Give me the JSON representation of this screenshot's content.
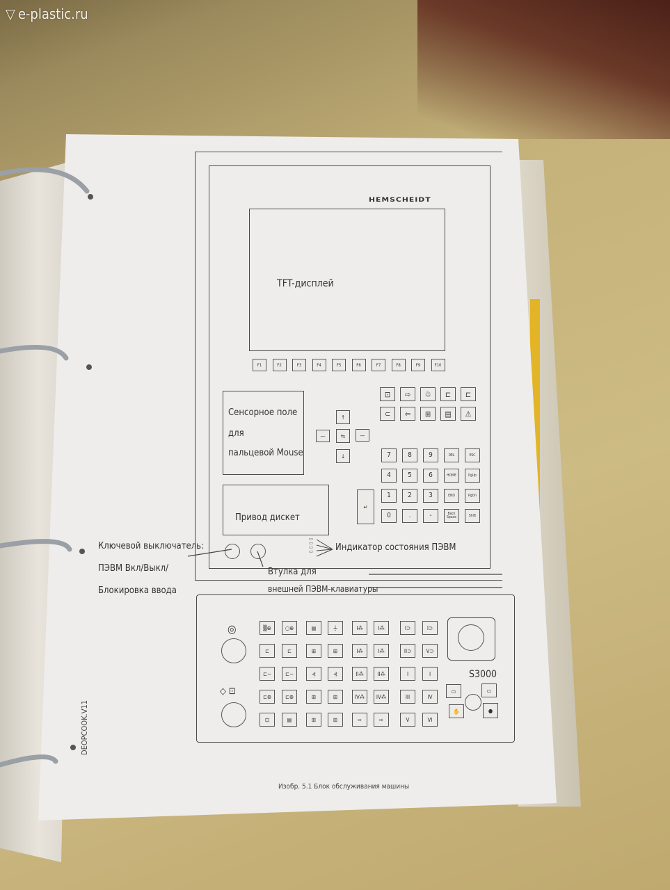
{
  "watermark": {
    "text": "e-plastic.ru",
    "icon": "triangle-logo-icon"
  },
  "diagram": {
    "brand": "HEMSCHEIDT",
    "display_label": "TFT-дисплей",
    "function_keys": [
      "F1",
      "F2",
      "F3",
      "F4",
      "F5",
      "F6",
      "F7",
      "F8",
      "F9",
      "F10"
    ],
    "touchpad_label": [
      "Сенсорное поле",
      "для",
      "пальцевой Mouse"
    ],
    "floppy_label": "Привод дискет",
    "numpad": [
      [
        "7",
        "8",
        "9",
        "DEL",
        "ESC"
      ],
      [
        "4",
        "5",
        "6",
        "HOME",
        "PgUp"
      ],
      [
        "1",
        "2",
        "3",
        "END",
        "PgDn"
      ],
      [
        "0",
        ".",
        "-",
        "Back Space",
        "Shift"
      ]
    ],
    "icon_keys": [
      "⊡",
      "⇨",
      "♲",
      "⊏",
      "⊏",
      "⊂",
      "⇦",
      "⊞",
      "▤",
      "⚠"
    ],
    "callouts": {
      "key_switch": [
        "Ключевой выключатель:",
        "ПЭВМ Вкл/Выкл/",
        "Блокировка ввода"
      ],
      "status_indicator": "Индикатор состояния  ПЭВМ",
      "keyboard_socket": [
        "Втулка для",
        "внешней ПЭВМ-клавиатуры"
      ]
    },
    "lower_panel": {
      "model": "S3000",
      "grid": [
        [
          "▒⊕",
          "○⊕",
          "▤",
          "⏚",
          "I⁂",
          "I⁂",
          "I⊃",
          "I⊃"
        ],
        [
          "⊏",
          "⊏",
          "⊞",
          "⊞",
          "I⁂",
          "I⁂",
          "II⊃",
          "V⊃"
        ],
        [
          "⊏−",
          "⊏−",
          "⊰",
          "⊰",
          "II⁂",
          "II⁂",
          "I",
          "I"
        ],
        [
          "⊏⊕",
          "⊏⊕",
          "⊞",
          "⊞",
          "IV⁂",
          "IV⁂",
          "III",
          "IV"
        ],
        [
          "⊡",
          "▤",
          "⊞",
          "⊞",
          "⇨",
          "⇨",
          "V",
          "VI"
        ]
      ]
    },
    "caption": "Изобр. 5.1  Блок обслуживания машины",
    "doc_code": "DEOPCOOK.V11"
  }
}
